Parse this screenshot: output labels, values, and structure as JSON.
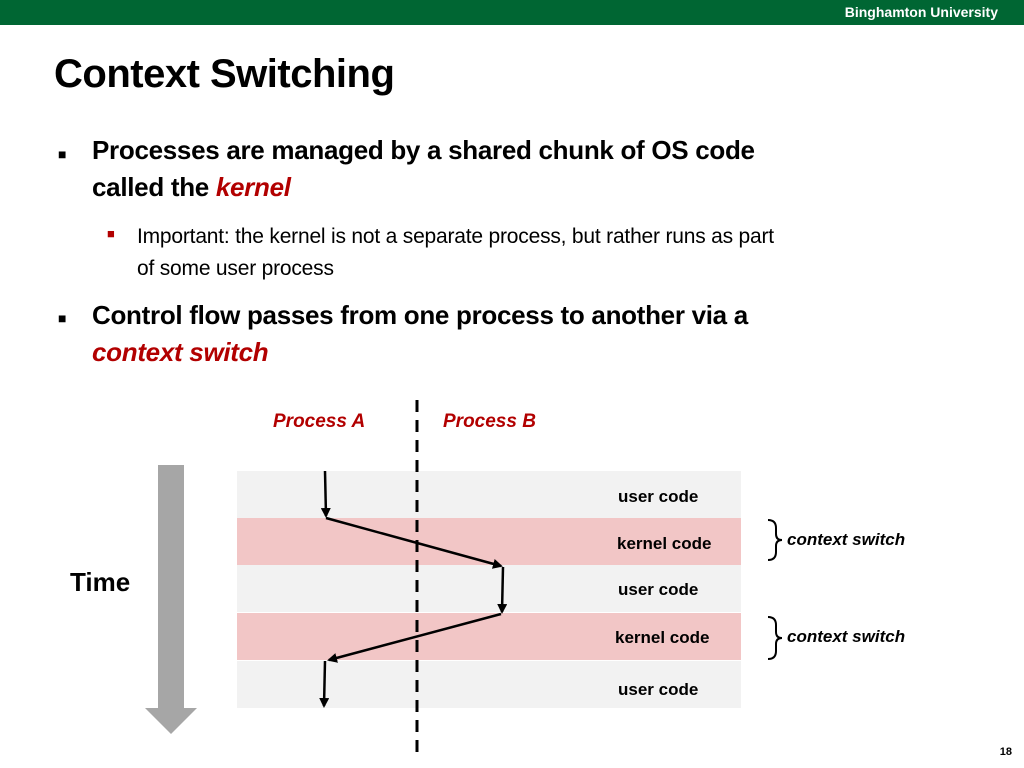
{
  "header": {
    "university": "Binghamton University"
  },
  "slide": {
    "title": "Context Switching",
    "page_number": "18"
  },
  "bullets": [
    {
      "line1": "Processes are managed by a shared chunk of OS code",
      "line2_prefix": "called the ",
      "line2_keyword": "kernel",
      "sub": {
        "line1": "Important: the kernel is not a separate process, but rather runs as part",
        "line2": "of some user process"
      }
    },
    {
      "line1": "Control flow passes from one process to another via a",
      "line2_keyword": "context switch"
    }
  ],
  "diagram": {
    "process_a": "Process A",
    "process_b": "Process B",
    "time_label": "Time",
    "bands": [
      {
        "type": "user",
        "label": "user code"
      },
      {
        "type": "kernel",
        "label": "kernel code"
      },
      {
        "type": "user",
        "label": "user code"
      },
      {
        "type": "kernel",
        "label": "kernel code"
      },
      {
        "type": "user",
        "label": "user code"
      }
    ],
    "context_switch_label_1": "context switch",
    "context_switch_label_2": "context switch"
  },
  "colors": {
    "header_green": "#006633",
    "accent_red": "#b20000",
    "user_band": "#f2f2f2",
    "kernel_band": "#f2c6c6",
    "time_arrow": "#a6a6a6"
  }
}
